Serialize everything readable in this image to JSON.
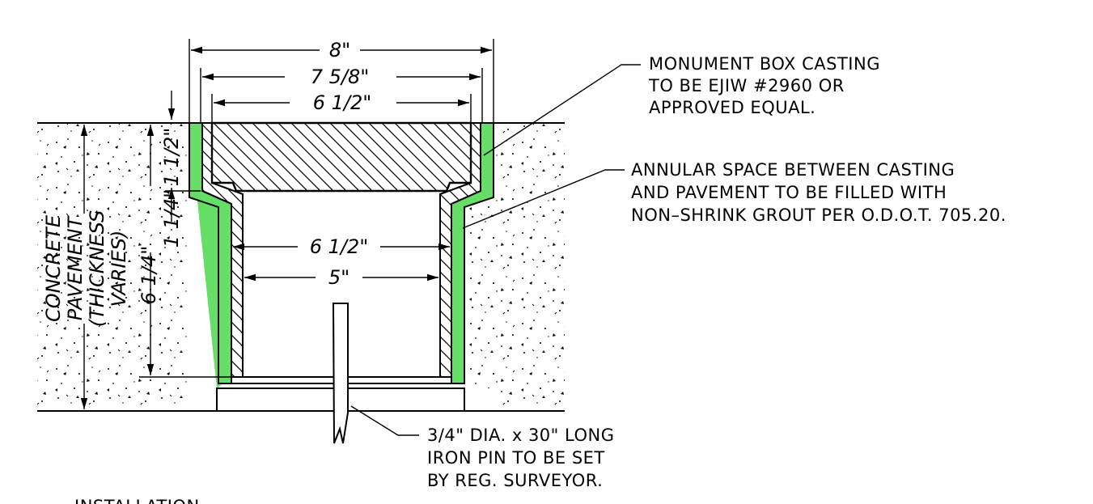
{
  "dimensions": {
    "overall_width": "8\"",
    "casting_width": "7 5/8\"",
    "lid_width": "6 1/2\"",
    "top_depth": "1 1/2\"",
    "upper_depth": "1 1/4\"",
    "barrel_depth": "6 1/4\"",
    "barrel_outer": "6 1/2\"",
    "barrel_inner": "5\""
  },
  "pavement_label": [
    "CONCRETE",
    "PAVEMENT",
    "(THICKNESS",
    "VARIES)"
  ],
  "notes": {
    "casting": [
      "MONUMENT BOX CASTING",
      "TO BE EJIW #2960 OR",
      "APPROVED EQUAL."
    ],
    "grout": [
      "ANNULAR SPACE BETWEEN CASTING",
      "AND PAVEMENT TO BE FILLED WITH",
      "NON–SHRINK GROUT PER O.D.O.T. 705.20."
    ],
    "pin": [
      "3/4\" DIA. x 30\" LONG",
      "IRON PIN TO BE SET",
      "BY REG. SURVEYOR."
    ]
  },
  "footer_label": "INSTALLATION",
  "colors": {
    "grout": "#66DD66",
    "line": "#000000",
    "background": "#FFFFFF"
  }
}
